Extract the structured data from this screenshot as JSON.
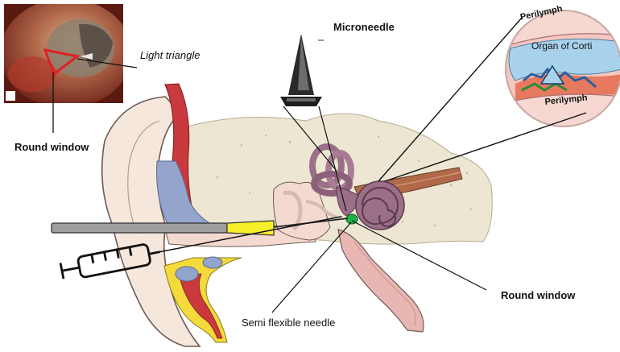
{
  "labels": {
    "microneedle": "Microneedle",
    "light_triangle": "Light triangle",
    "round_window_top": "Round window",
    "round_window_right": "Round window",
    "semi_flexible_needle": "Semi flexible needle",
    "perilymph_top": "Perilymph",
    "organ_of_corti": "Organ of Corti",
    "perilymph_bottom": "Perilymph"
  },
  "colors": {
    "ear_skin": "#f6e7dc",
    "ear_outline": "#6d5a52",
    "bone": "#ece6d3",
    "muscle_red": "#c9393d",
    "cartilage_blue": "#93a5cc",
    "fat_yellow": "#f4da3a",
    "cochlea_purple": "#9a6f87",
    "canal_pink": "#e9b7b3",
    "needle_gray": "#9e9e9e",
    "needle_tip_yellow": "#f7ef2a",
    "round_window_green": "#1cb34a",
    "otoscope_red": "#e02020",
    "inset_blue": "#a8d2ec"
  }
}
